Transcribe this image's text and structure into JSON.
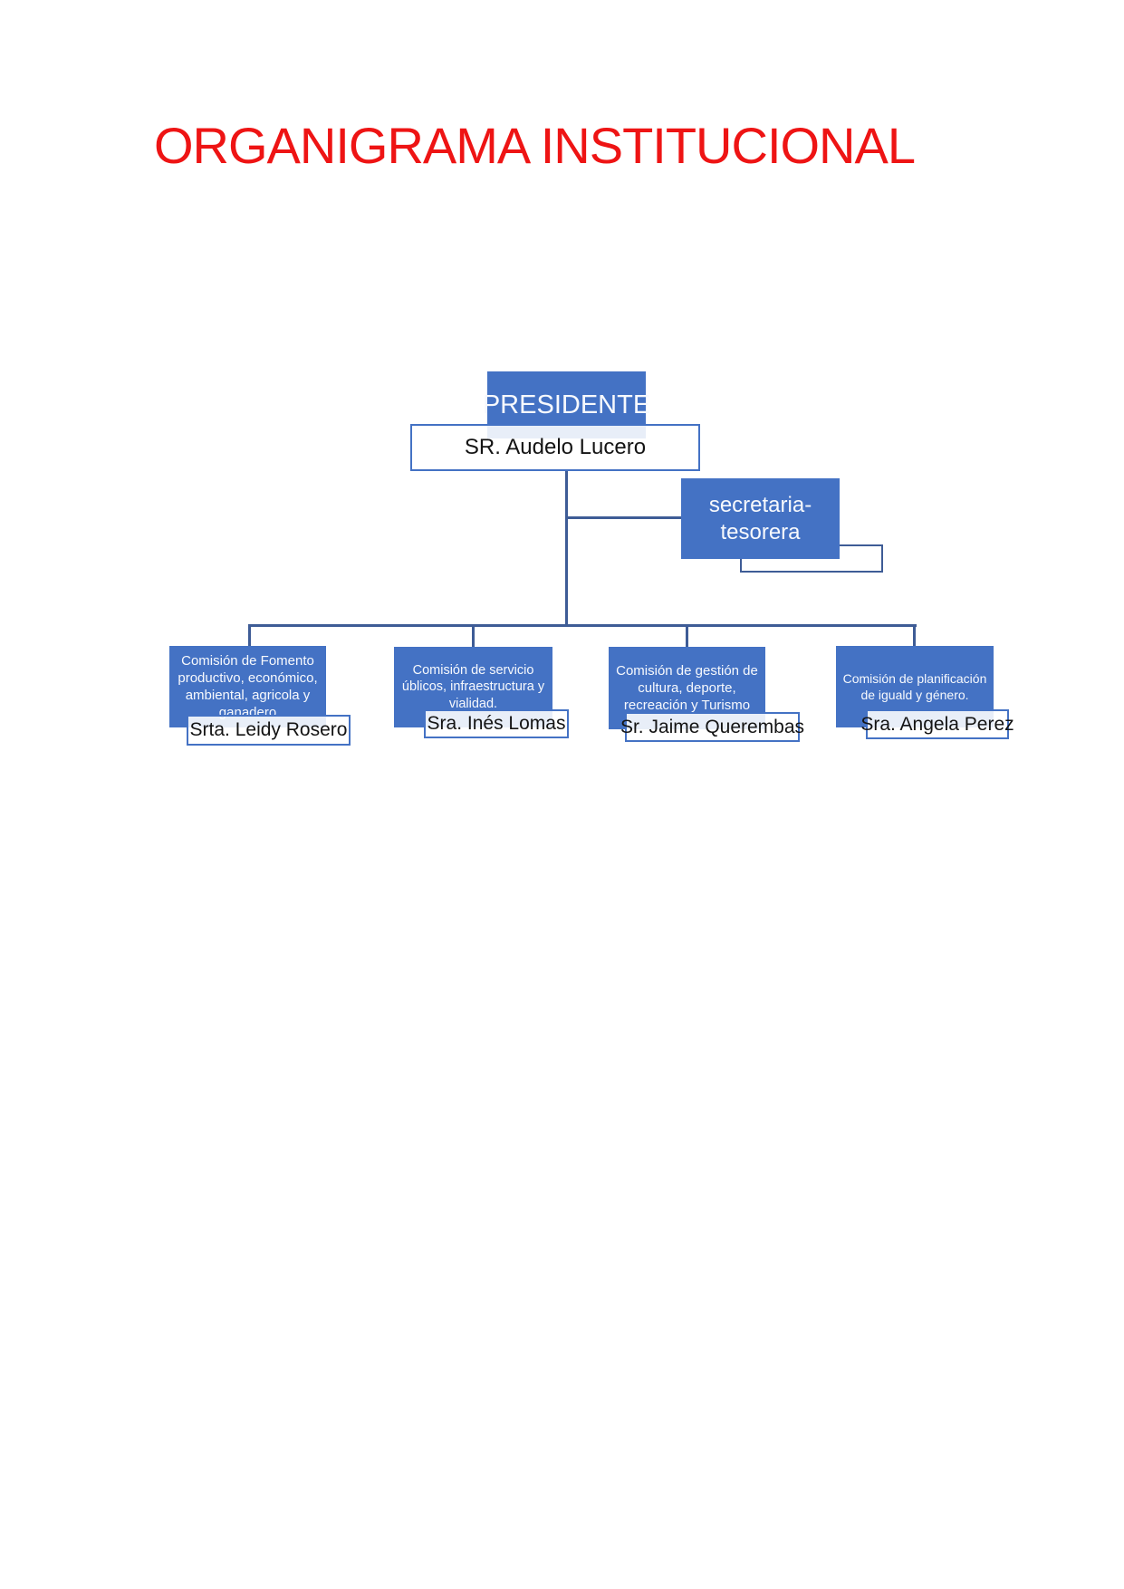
{
  "title": "ORGANIGRAMA INSTITUCIONAL",
  "colors": {
    "box_blue": "#4472C4",
    "connector_blue": "#3E5C96",
    "title_red": "#EE1414",
    "name_text": "#141414"
  },
  "org_chart": {
    "president": {
      "role": "PRESIDENTE",
      "name": "SR. Audelo Lucero"
    },
    "secretary": {
      "role": "secretaria-tesorera"
    },
    "commissions": [
      {
        "title": "Comisión de Fomento productivo, económico, ambiental, agricola y ganadero",
        "member": "Srta. Leidy Rosero"
      },
      {
        "title": "Comisión de servicio úblicos, infraestructura y vialidad.",
        "member": "Sra. Inés Lomas"
      },
      {
        "title": "Comisión de gestión de cultura, deporte, recreación y Turismo",
        "member": "Sr. Jaime Querembas"
      },
      {
        "title": "Comisión de planificación de iguald y género.",
        "member": "Sra. Angela Perez"
      }
    ]
  }
}
